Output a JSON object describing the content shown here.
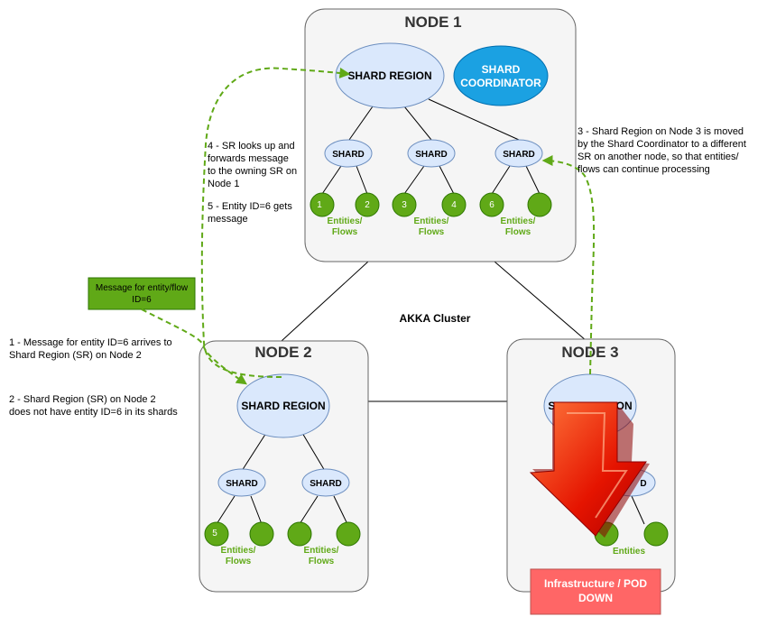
{
  "cluster_label": "AKKA Cluster",
  "shard_label": "SHARD",
  "entities_label": "Entities/",
  "flows_label": "Flows",
  "node1": {
    "title": "NODE 1",
    "shard_region": "SHARD REGION",
    "coordinator_line1": "SHARD",
    "coordinator_line2": "COORDINATOR",
    "entity_ids": [
      "1",
      "2",
      "3",
      "4",
      "6",
      ""
    ]
  },
  "node2": {
    "title": "NODE 2",
    "shard_region": "SHARD REGION",
    "entity_ids": [
      "5",
      "",
      "",
      ""
    ]
  },
  "node3": {
    "title": "NODE 3",
    "shard_region": "SHARD REGION",
    "shard_partial": "D",
    "entities_label": "Entities"
  },
  "message_box": {
    "line1": "Message for entity/flow",
    "line2": "ID=6"
  },
  "down_box": {
    "line1": "Infrastructure / POD",
    "line2": "DOWN"
  },
  "notes": {
    "step1": [
      "1 - Message for entity ID=6 arrives to",
      "Shard Region (SR) on Node 2"
    ],
    "step2": [
      "2 - Shard Region (SR) on Node 2",
      "does not have entity ID=6 in its shards"
    ],
    "step3": [
      "3 - Shard Region on Node 3 is moved",
      "by the Shard Coordinator to a different",
      "SR on another node, so that entities/",
      "flows can continue processing"
    ],
    "step4": [
      "4 - SR looks up and",
      "forwards message",
      "to the owning SR on",
      "Node 1"
    ],
    "step5": [
      "5 - Entity ID=6 gets",
      "message"
    ]
  },
  "colors": {
    "entity_green": "#60a917",
    "shard_blue": "#dae8fc",
    "coordinator_blue": "#1ba1e2",
    "down_red": "#ff6666",
    "arrow_red": "#e51400"
  }
}
